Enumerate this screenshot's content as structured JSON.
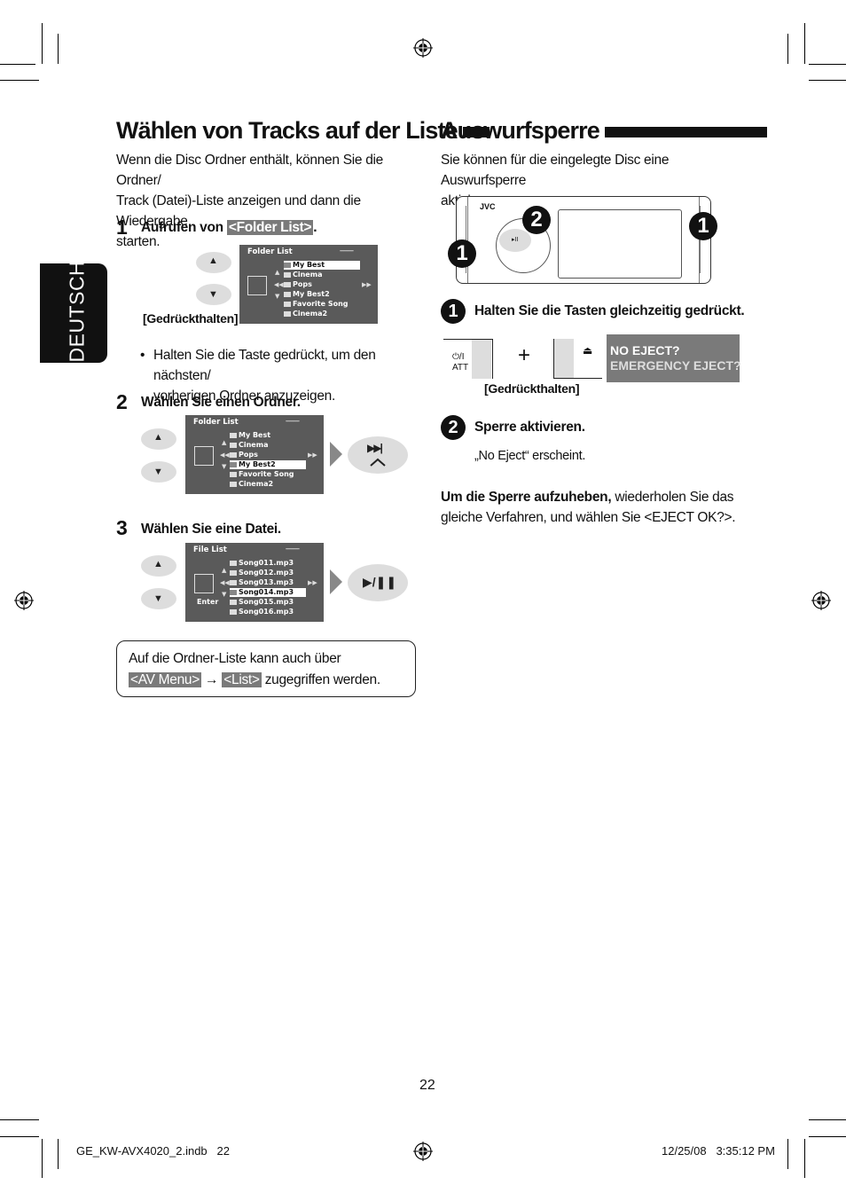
{
  "sidebar_tab": "DEUTSCH",
  "left": {
    "title": "Wählen von Tracks auf der Liste",
    "intro": [
      "Wenn die Disc Ordner enthält, können Sie die Ordner/",
      "Track (Datei)-Liste anzeigen und dann die Wiedergabe",
      "starten."
    ],
    "step1": {
      "num": "1",
      "prefix": "Aufrufen von",
      "highlight": "<Folder List>",
      "suffix": ".",
      "hold": "[Gedrückthalten]"
    },
    "bullet": [
      "Halten Sie die Taste gedrückt, um den nächsten/",
      "vorherigen Ordner anzuzeigen."
    ],
    "step2": {
      "num": "2",
      "label": "Wählen Sie einen Ordner."
    },
    "step3": {
      "num": "3",
      "label": "Wählen Sie eine Datei."
    },
    "note": {
      "line1": "Auf die Ordner-Liste kann auch über",
      "hl1": "<AV Menu>",
      "arrow": "→",
      "hl2": "<List>",
      "tail": "zugegriffen werden."
    },
    "folder_screen": {
      "title": "Folder List",
      "dots": "--------",
      "items": [
        "My Best",
        "Cinema",
        "Pops",
        "My Best2",
        "Favorite Song",
        "Cinema2"
      ]
    },
    "file_screen": {
      "title": "File List",
      "dots": "--------",
      "items": [
        "Song011.mp3",
        "Song012.mp3",
        "Song013.mp3",
        "Song014.mp3",
        "Song015.mp3",
        "Song016.mp3"
      ],
      "enter": "Enter"
    },
    "buttons": {
      "skip": "▶▶|",
      "playpause": "▶/❚❚"
    }
  },
  "right": {
    "title": "Auswurfsperre",
    "intro": [
      "Sie können für die eingelegte Disc eine Auswurfsperre",
      "aktivieren."
    ],
    "device_brand": "JVC",
    "callout1": "1",
    "callout2": "2",
    "step1": {
      "num": "1",
      "label": "Halten Sie die Tasten gleichzeitig gedrückt."
    },
    "power_label": "⏻/I",
    "att_label": "ATT",
    "plus": "+",
    "hold": "[Gedrückthalten]",
    "screen_line1": "NO EJECT?",
    "screen_line2": "EMERGENCY EJECT?",
    "step2": {
      "num": "2",
      "label": "Sperre aktivieren."
    },
    "step2_text": "„No Eject“ erscheint.",
    "unlock_bold": "Um die Sperre aufzuheben,",
    "unlock_rest": "wiederholen Sie das",
    "unlock_line2": "gleiche Verfahren, und wählen Sie <EJECT OK?>."
  },
  "page_number": "22",
  "footer": {
    "file": "GE_KW-AVX4020_2.indb   22",
    "date": "12/25/08   3:35:12 PM"
  }
}
